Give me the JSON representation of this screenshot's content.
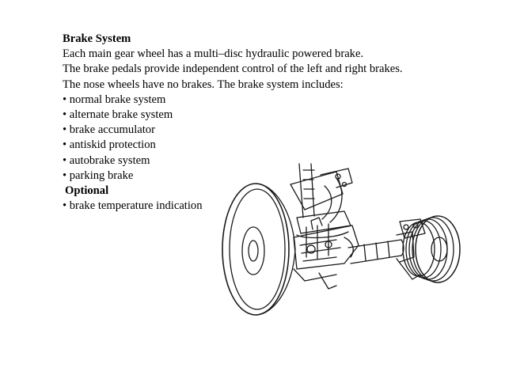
{
  "slide": {
    "title": "Brake System",
    "paragraph_lines": [
      "Each main gear wheel has a multi–disc hydraulic powered brake.",
      "The brake pedals provide independent control of the left and right brakes.",
      "The nose wheels have no brakes. The brake system includes:"
    ],
    "bullets": [
      "• normal brake system",
      "• alternate brake system",
      "• brake accumulator",
      "• antiskid protection",
      "• autobrake system",
      "• parking brake"
    ],
    "optional_heading": "Optional",
    "optional_bullets": [
      "• brake temperature indication"
    ]
  }
}
